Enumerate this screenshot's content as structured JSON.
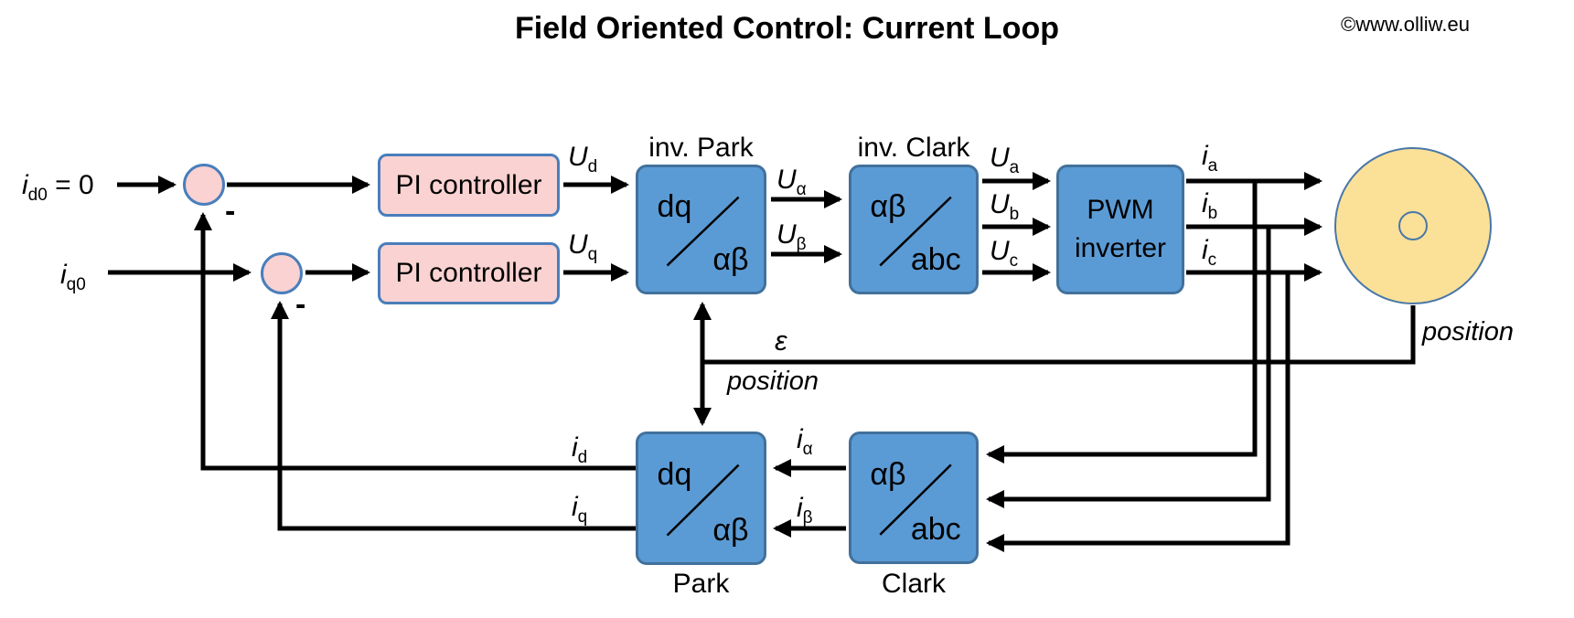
{
  "title": "Field Oriented Control: Current Loop",
  "copyright": "©www.olliw.eu",
  "colors": {
    "blue_fill": "#5B9BD5",
    "blue_border": "#41719C",
    "pink_fill": "#FAD2D2",
    "pink_border": "#4A7EBB",
    "yellow_fill": "#FBE198",
    "yellow_border": "#4A77A8",
    "wire": "#000000",
    "text": "#000000",
    "background": "#FFFFFF"
  },
  "blocks": {
    "pi1": {
      "label": "PI controller"
    },
    "pi2": {
      "label": "PI controller"
    },
    "inv_park": {
      "caption": "inv. Park",
      "top": "dq",
      "bottom": "αβ"
    },
    "inv_clark": {
      "caption": "inv. Clark",
      "top": "αβ",
      "bottom": "abc"
    },
    "pwm": {
      "line1": "PWM",
      "line2": "inverter"
    },
    "park": {
      "caption": "Park",
      "top": "dq",
      "bottom": "αβ"
    },
    "clark": {
      "caption": "Clark",
      "top": "αβ",
      "bottom": "abc"
    }
  },
  "signals": {
    "id0": {
      "base": "i",
      "sub": "d0",
      "suffix": " = 0"
    },
    "iq0": {
      "base": "i",
      "sub": "q0"
    },
    "ud": {
      "base": "U",
      "sub": "d"
    },
    "uq": {
      "base": "U",
      "sub": "q"
    },
    "ualpha": {
      "base": "U",
      "sub": "α"
    },
    "ubeta": {
      "base": "U",
      "sub": "β"
    },
    "ua": {
      "base": "U",
      "sub": "a"
    },
    "ub": {
      "base": "U",
      "sub": "b"
    },
    "uc": {
      "base": "U",
      "sub": "c"
    },
    "ia": {
      "base": "i",
      "sub": "a"
    },
    "ib": {
      "base": "i",
      "sub": "b"
    },
    "ic": {
      "base": "i",
      "sub": "c"
    },
    "ialpha": {
      "base": "i",
      "sub": "α"
    },
    "ibeta": {
      "base": "i",
      "sub": "β"
    },
    "id": {
      "base": "i",
      "sub": "d"
    },
    "iq": {
      "base": "i",
      "sub": "q"
    },
    "epsilon": "ε",
    "position_mid": "position",
    "position_right": "position",
    "minus_d": "-",
    "minus_q": "-"
  }
}
